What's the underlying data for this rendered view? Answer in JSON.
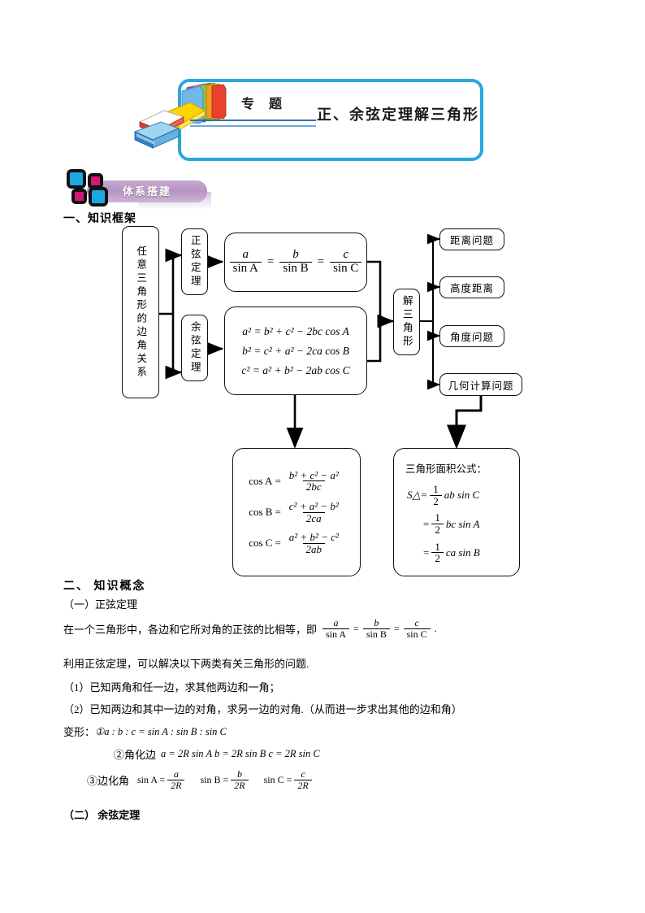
{
  "banner": {
    "label": "专 题",
    "main": "正、余弦定理解三角形"
  },
  "badge": {
    "text": "体系搭建"
  },
  "headings": {
    "h1": "一、知识框架",
    "h2": "二、   知识概念",
    "sub1": "（一）正弦定理",
    "sub2": "（二）  余弦定理"
  },
  "diagram": {
    "left_box": "任意三角形的边角关系",
    "sine_law_label": "正弦定理",
    "cosine_law_label": "余弦定理",
    "solve_triangle": "解三角形",
    "applications": [
      "距离问题",
      "高度距离",
      "角度问题",
      "几何计算问题"
    ],
    "sine_formula": {
      "a": "a",
      "sinA": "sin A",
      "b": "b",
      "sinB": "sin B",
      "c": "c",
      "sinC": "sin C",
      "eq": "="
    },
    "cosine_formulas": [
      "a² = b² + c² − 2bc cos A",
      "b² = c² + a² − 2ca cos B",
      "c² = a² + b² − 2ab cos C"
    ],
    "cos_angle_formulas": [
      {
        "lhs": "cos A",
        "num": "b² + c² − a²",
        "den": "2bc"
      },
      {
        "lhs": "cos B",
        "num": "c² + a² − b²",
        "den": "2ca"
      },
      {
        "lhs": "cos C",
        "num": "a² + b² − c²",
        "den": "2ab"
      }
    ],
    "area_box": {
      "title": "三角形面积公式：",
      "lines": [
        {
          "lhs": "S△=",
          "num": "1",
          "den": "2",
          "rhs": "ab sin C"
        },
        {
          "lhs": "=",
          "num": "1",
          "den": "2",
          "rhs": "bc sin A"
        },
        {
          "lhs": "=",
          "num": "1",
          "den": "2",
          "rhs": "ca sin B"
        }
      ]
    }
  },
  "body": {
    "line_sine_def_pre": "在一个三角形中，各边和它所对角的正弦的比相等，即",
    "line_sine_def_post": ".",
    "line_use": "利用正弦定理，可以解决以下两类有关三角形的问题.",
    "item1": "（1）已知两角和任一边，求其他两边和一角；",
    "item2": "（2）已知两边和其中一边的对角，求另一边的对角.（从而进一步求出其他的边和角）",
    "变形_label": "变形：",
    "transform1": "①a : b : c = sin A : sin B : sin C",
    "transform2_label": "②角化边",
    "transform2": "a = 2R sin A    b = 2R sin B    c = 2R sin C",
    "transform3_label": "③边化角",
    "transform3_parts": [
      {
        "lhs": "sin A =",
        "num": "a",
        "den": "2R"
      },
      {
        "lhs": "sin B =",
        "num": "b",
        "den": "2R"
      },
      {
        "lhs": "sin C =",
        "num": "c",
        "den": "2R"
      }
    ]
  },
  "colors": {
    "banner_border": "#2BA6DE",
    "rule_dark": "#2E6FB5",
    "rule_light": "#6FA8D8",
    "badge_purple": "#b695c4",
    "square_cyan": "#1BA8E0",
    "square_magenta": "#D11A72"
  }
}
